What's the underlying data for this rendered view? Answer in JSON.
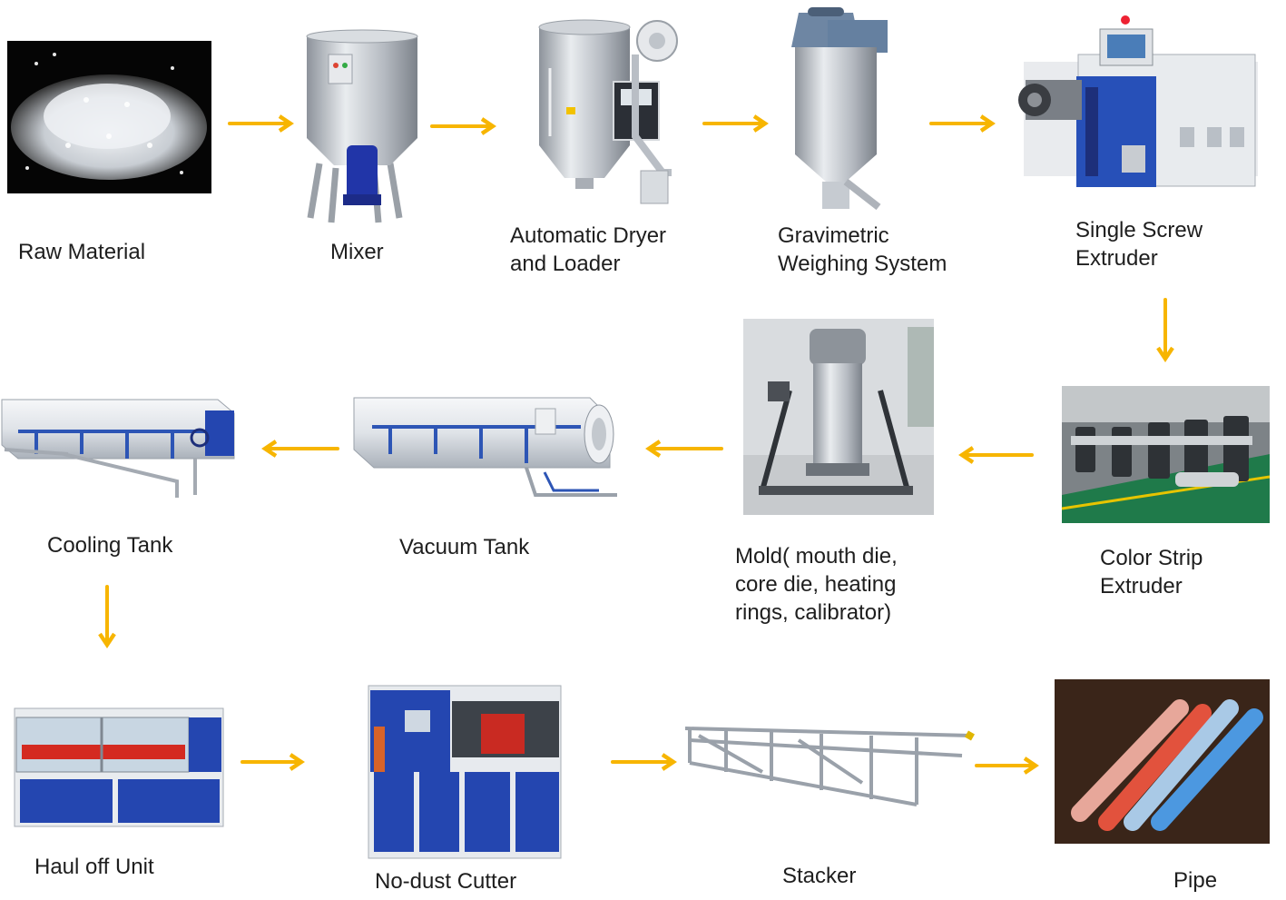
{
  "colors": {
    "arrow": "#F7B500",
    "machine_blue": "#2446B0",
    "steel": "#C9CDD3"
  },
  "steps": [
    {
      "id": "raw-material",
      "label": [
        "Raw  Material"
      ],
      "icon": "pellets-image"
    },
    {
      "id": "mixer",
      "label": [
        "Mixer"
      ],
      "icon": "mixer-image"
    },
    {
      "id": "dryer",
      "label": [
        "Automatic Dryer",
        "and Loader"
      ],
      "icon": "dryer-loader-image"
    },
    {
      "id": "weighing",
      "label": [
        "Gravimetric",
        "Weighing System"
      ],
      "icon": "cyclone-image"
    },
    {
      "id": "extruder",
      "label": [
        "Single Screw",
        "Extruder"
      ],
      "icon": "extruder-image"
    },
    {
      "id": "color-strip",
      "label": [
        "Color Strip",
        "Extruder"
      ],
      "icon": "color-strip-extruder-image"
    },
    {
      "id": "mold",
      "label": [
        "Mold( mouth die,",
        "core die, heating",
        "rings, calibrator)"
      ],
      "icon": "mold-image"
    },
    {
      "id": "vacuum",
      "label": [
        "Vacuum Tank"
      ],
      "icon": "vacuum-tank-image"
    },
    {
      "id": "cooling",
      "label": [
        "Cooling Tank"
      ],
      "icon": "cooling-tank-image"
    },
    {
      "id": "haul-off",
      "label": [
        "Haul off Unit"
      ],
      "icon": "haul-off-image"
    },
    {
      "id": "cutter",
      "label": [
        "No-dust Cutter"
      ],
      "icon": "cutter-image"
    },
    {
      "id": "stacker",
      "label": [
        "Stacker"
      ],
      "icon": "stacker-image"
    },
    {
      "id": "pipe",
      "label": [
        "Pipe"
      ],
      "icon": "pipes-image"
    }
  ]
}
